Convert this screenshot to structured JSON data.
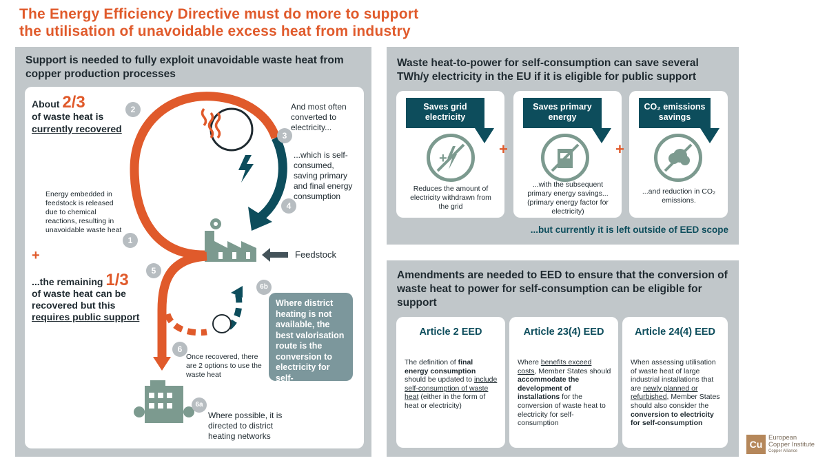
{
  "title": {
    "line1": "The Energy Efficiency Directive must do more to support",
    "line2": "the utilisation of unavoidable excess heat from industry"
  },
  "left": {
    "heading": "Support is needed to fully exploit unavoidable waste heat from copper production processes",
    "about_prefix": "About",
    "fraction_recovered": "2/3",
    "recovered_line2": "of waste heat is",
    "recovered_line3": "currently recovered",
    "plus": "+",
    "remaining_prefix": "...the remaining",
    "fraction_remaining": "1/3",
    "remaining_line2": "of waste heat can be",
    "remaining_line3": "recovered but this",
    "remaining_line4": "requires public support",
    "step1": "Energy embedded in feedstock is released due to chemical reactions, resulting in unavoidable waste heat",
    "step3": "And most often converted to electricity...",
    "step4": "...which is self-consumed, saving primary and final energy consumption",
    "feedstock": "Feedstock",
    "step6": "Once recovered, there are 2 options to use the waste heat",
    "step6a": "Where possible, it is directed to district heating networks",
    "step6b_box": "Where district heating is not available, the best valorisation route is the conversion to electricity for self-consumption",
    "badges": [
      "1",
      "2",
      "3",
      "4",
      "5",
      "6",
      "6a",
      "6b"
    ]
  },
  "top_right": {
    "heading": "Waste heat-to-power for self-consumption can save several TWh/y electricity in the EU if it is eligible for public support",
    "benefits": [
      {
        "title": "Saves grid electricity",
        "desc": "Reduces the amount of electricity withdrawn from the grid",
        "icon": "grid-electricity-icon"
      },
      {
        "title": "Saves primary energy",
        "desc": "...with the subsequent primary energy savings... (primary energy factor for electricity)",
        "icon": "primary-energy-icon"
      },
      {
        "title": "CO₂ emissions savings",
        "desc": "...and reduction in CO₂ emissions.",
        "icon": "co2-cloud-icon"
      }
    ],
    "plus": "+",
    "footer": "...but currently it is left outside of EED scope"
  },
  "bottom_right": {
    "heading": "Amendments are needed to EED to ensure that the conversion of waste heat to power for self-consumption can be eligible for support",
    "articles": [
      {
        "title": "Article 2 EED"
      },
      {
        "title": "Article 23(4) EED"
      },
      {
        "title": "Article 24(4) EED"
      }
    ],
    "art1": {
      "p1": "The definition of ",
      "b1": "final energy consumption",
      "p2": " should be updated to ",
      "u1": "include self-consumption of waste heat",
      "p3": " (either in the form of heat or electricity)"
    },
    "art2": {
      "p1": "Where ",
      "u1": "benefits exceed costs",
      "p2": ", Member States should ",
      "b1": "accommodate the development of installations",
      "p3": " for the conversion of waste heat to electricity for self-consumption"
    },
    "art3": {
      "p1": "When assessing utilisation of waste heat of large industrial installations that are ",
      "u1": "newly planned or refurbished",
      "p2": ", Member States should also consider the ",
      "b1": "conversion to electricity for self-consumption"
    }
  },
  "logo": {
    "symbol": "Cu",
    "line1": "European",
    "line2": "Copper Institute",
    "line3": "Copper Alliance"
  },
  "colors": {
    "orange": "#e05a2b",
    "teal": "#0d4d5c",
    "green": "#7c9a8f",
    "panel": "#c1c7ca"
  }
}
